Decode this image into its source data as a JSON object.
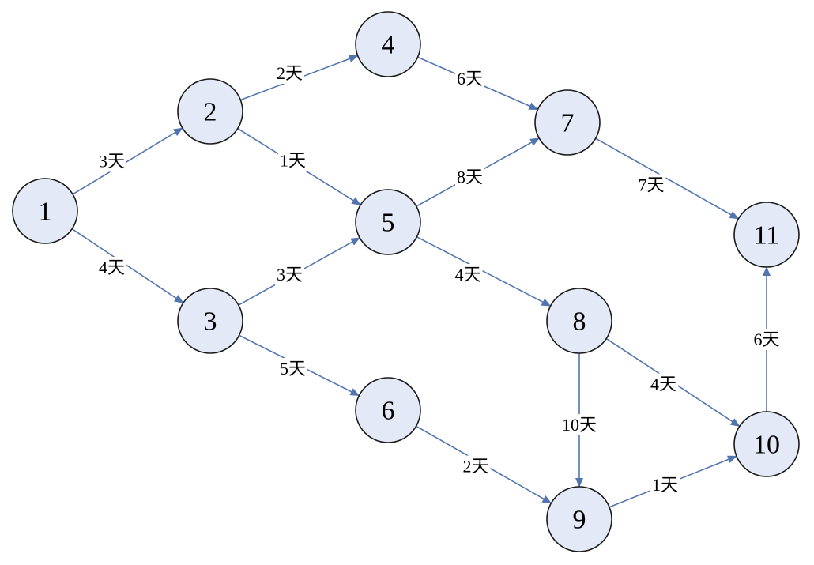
{
  "colors": {
    "node_fill": "#e3e9f6",
    "node_stroke": "#1a1a1a",
    "edge": "#5275b0"
  },
  "nodes": [
    {
      "id": "1",
      "label": "1"
    },
    {
      "id": "2",
      "label": "2"
    },
    {
      "id": "3",
      "label": "3"
    },
    {
      "id": "4",
      "label": "4"
    },
    {
      "id": "5",
      "label": "5"
    },
    {
      "id": "6",
      "label": "6"
    },
    {
      "id": "7",
      "label": "7"
    },
    {
      "id": "8",
      "label": "8"
    },
    {
      "id": "9",
      "label": "9"
    },
    {
      "id": "10",
      "label": "10"
    },
    {
      "id": "11",
      "label": "11"
    }
  ],
  "edges": [
    {
      "from": "1",
      "to": "2",
      "label": "3天"
    },
    {
      "from": "1",
      "to": "3",
      "label": "4天"
    },
    {
      "from": "2",
      "to": "4",
      "label": "2天"
    },
    {
      "from": "2",
      "to": "5",
      "label": "1天"
    },
    {
      "from": "3",
      "to": "5",
      "label": "3天"
    },
    {
      "from": "3",
      "to": "6",
      "label": "5天"
    },
    {
      "from": "4",
      "to": "7",
      "label": "6天"
    },
    {
      "from": "5",
      "to": "7",
      "label": "8天"
    },
    {
      "from": "5",
      "to": "8",
      "label": "4天"
    },
    {
      "from": "6",
      "to": "9",
      "label": "2天"
    },
    {
      "from": "7",
      "to": "11",
      "label": "7天"
    },
    {
      "from": "8",
      "to": "9",
      "label": "10天"
    },
    {
      "from": "8",
      "to": "10",
      "label": "4天"
    },
    {
      "from": "9",
      "to": "10",
      "label": "1天"
    },
    {
      "from": "10",
      "to": "11",
      "label": "6天"
    }
  ]
}
